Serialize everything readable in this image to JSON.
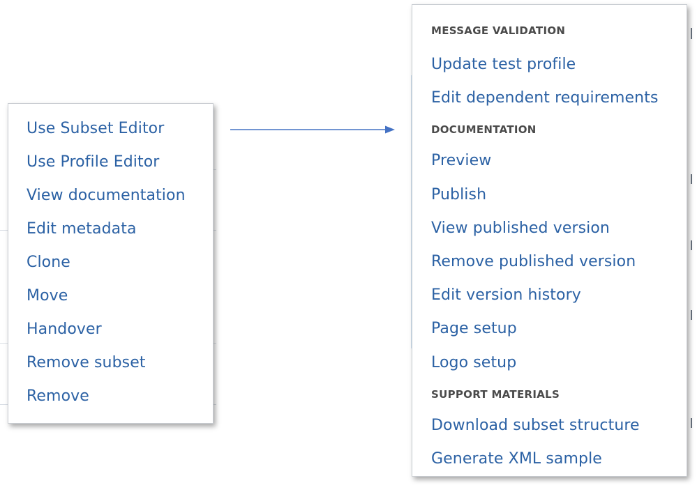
{
  "left_menu": {
    "items": [
      {
        "label": "Use Subset Editor"
      },
      {
        "label": "Use Profile Editor"
      },
      {
        "label": "View documentation"
      },
      {
        "label": "Edit metadata"
      },
      {
        "label": "Clone"
      },
      {
        "label": "Move"
      },
      {
        "label": "Handover"
      },
      {
        "label": "Remove subset"
      },
      {
        "label": "Remove"
      }
    ]
  },
  "right_menu": {
    "sections": [
      {
        "header": "MESSAGE VALIDATION",
        "items": [
          {
            "label": "Update test profile"
          },
          {
            "label": "Edit dependent requirements"
          }
        ]
      },
      {
        "header": "DOCUMENTATION",
        "items": [
          {
            "label": "Preview"
          },
          {
            "label": "Publish"
          },
          {
            "label": "View published version"
          },
          {
            "label": "Remove published version"
          },
          {
            "label": "Edit version history"
          },
          {
            "label": "Page setup"
          },
          {
            "label": "Logo setup"
          }
        ]
      },
      {
        "header": "SUPPORT MATERIALS",
        "items": [
          {
            "label": "Download subset structure"
          },
          {
            "label": "Generate XML sample"
          }
        ]
      }
    ]
  },
  "colors": {
    "link": "#2b61a4",
    "header": "#4a4a4a",
    "arrow": "#4472c4"
  },
  "icons": {
    "connector": "arrow-right-icon"
  }
}
